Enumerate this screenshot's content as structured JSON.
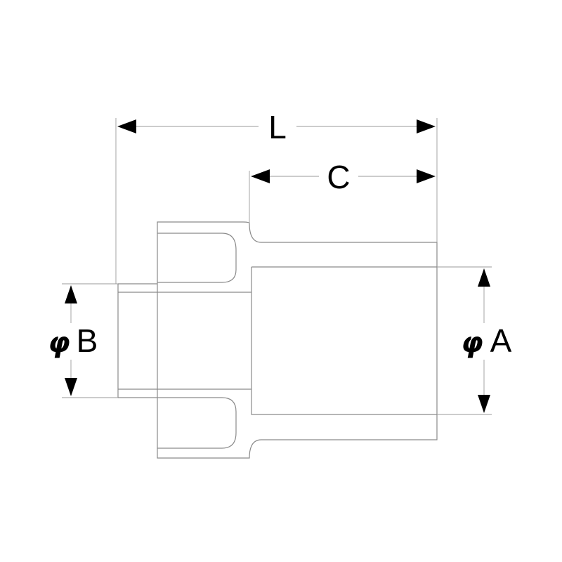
{
  "dimensions": {
    "L": {
      "label": "L"
    },
    "C": {
      "label": "C"
    },
    "B": {
      "symbol": "φ",
      "label": "B"
    },
    "A": {
      "symbol": "φ",
      "label": "A"
    }
  }
}
